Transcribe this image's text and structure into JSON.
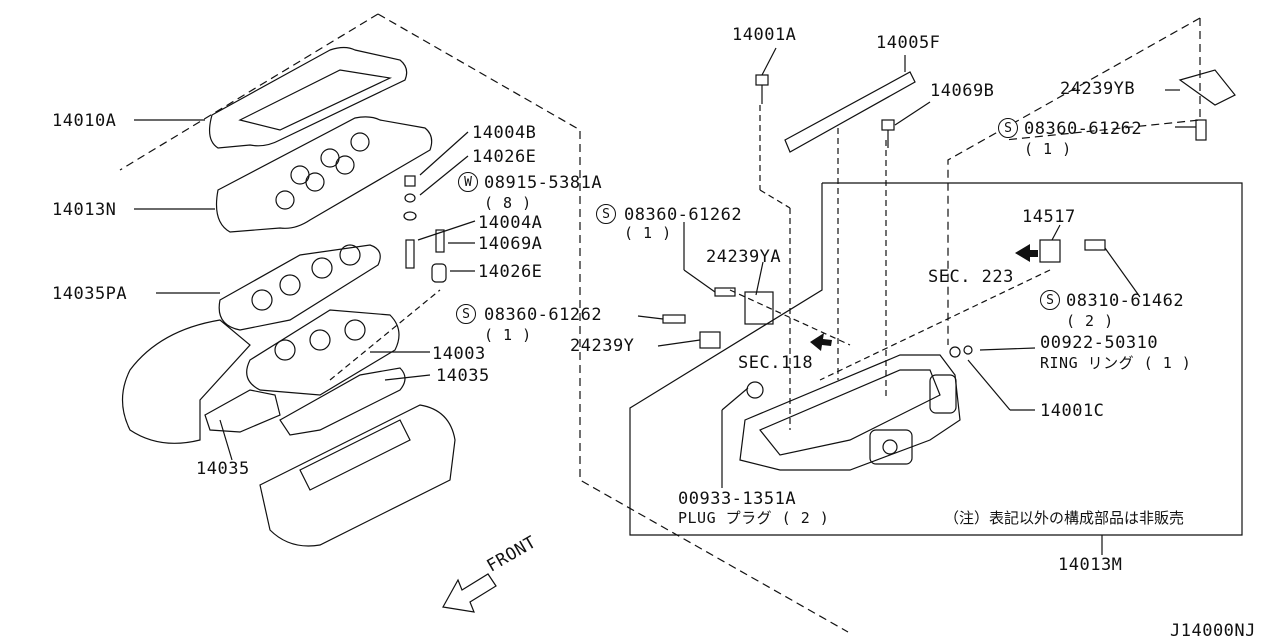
{
  "diagram_id": "J14000NJ",
  "front_label": "FRONT",
  "boxed_assembly_part": "14013M",
  "note": "（注）表記以外の構成部品は非販売",
  "parts": {
    "p14010A": "14010A",
    "p14013N": "14013N",
    "p14035PA": "14035PA",
    "p14035_lower": "14035",
    "p14004B": "14004B",
    "p14026E_top": "14026E",
    "p08915": "08915-5381A",
    "p08915_qty": "( 8 )",
    "p14004A": "14004A",
    "p14069A": "14069A",
    "p14026E": "14026E",
    "p14003": "14003",
    "p14035_right": "14035",
    "p08360_a": "08360-61262",
    "p08360_a_qty": "( 1 )",
    "p08360_b": "08360-61262",
    "p08360_b_qty": "( 1 )",
    "p24239YA": "24239YA",
    "p24239Y": "24239Y",
    "p14001A": "14001A",
    "p14005F": "14005F",
    "p14069B": "14069B",
    "p24239YB": "24239YB",
    "p08360_c": "08360-61262",
    "p08360_c_qty": "( 1 )",
    "p14517": "14517",
    "sec223": "SEC. 223",
    "p08310": "08310-61462",
    "p08310_qty": "( 2 )",
    "p00922": "00922-50310",
    "p00922_desc": "RING リング ( 1 )",
    "sec118": "SEC.118",
    "p14001C": "14001C",
    "p00933": "00933-1351A",
    "p00933_desc": "PLUG プラグ ( 2 )"
  },
  "symbols": {
    "washer": "W",
    "screw": "S"
  }
}
